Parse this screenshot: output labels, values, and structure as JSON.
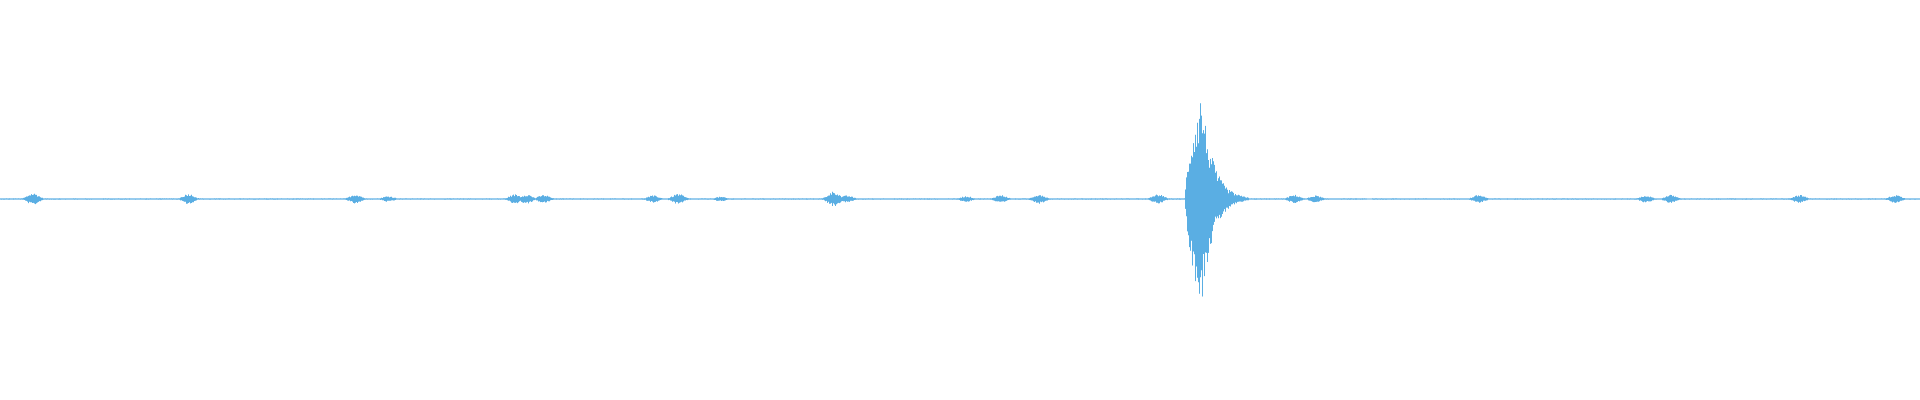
{
  "waveform": {
    "color": "#5aaee3",
    "background": "#ffffff",
    "baseline_level": 0.0,
    "samples": {
      "quiet_amplitude": 0.006,
      "bursts": [
        {
          "t": 0.017,
          "amp": 0.05
        },
        {
          "t": 0.098,
          "amp": 0.045
        },
        {
          "t": 0.185,
          "amp": 0.04
        },
        {
          "t": 0.202,
          "amp": 0.025
        },
        {
          "t": 0.268,
          "amp": 0.04
        },
        {
          "t": 0.274,
          "amp": 0.04
        },
        {
          "t": 0.283,
          "amp": 0.035
        },
        {
          "t": 0.34,
          "amp": 0.03
        },
        {
          "t": 0.353,
          "amp": 0.045
        },
        {
          "t": 0.375,
          "amp": 0.02
        },
        {
          "t": 0.434,
          "amp": 0.065
        },
        {
          "t": 0.441,
          "amp": 0.03
        },
        {
          "t": 0.503,
          "amp": 0.025
        },
        {
          "t": 0.521,
          "amp": 0.035
        },
        {
          "t": 0.541,
          "amp": 0.04
        },
        {
          "t": 0.603,
          "amp": 0.04
        },
        {
          "t": 0.674,
          "amp": 0.035
        },
        {
          "t": 0.685,
          "amp": 0.03
        },
        {
          "t": 0.77,
          "amp": 0.035
        },
        {
          "t": 0.857,
          "amp": 0.03
        },
        {
          "t": 0.87,
          "amp": 0.035
        },
        {
          "t": 0.937,
          "amp": 0.035
        },
        {
          "t": 0.987,
          "amp": 0.035
        }
      ],
      "main_event": {
        "t_start": 0.617,
        "t_peak": 0.6255,
        "t_end": 0.65,
        "peak_amp": 0.9
      },
      "gap": {
        "t": 0.713,
        "width": 0.0015
      }
    }
  }
}
